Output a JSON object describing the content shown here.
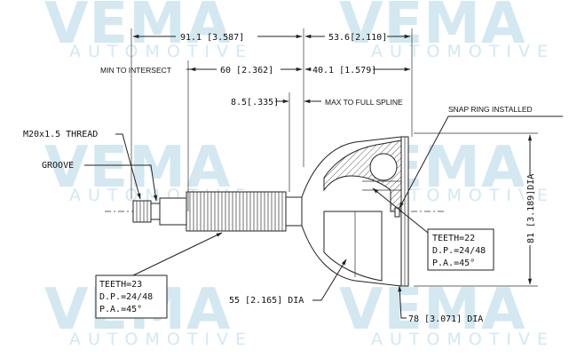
{
  "watermark": {
    "brand": "VEMA",
    "tagline": "AUTOMOTIVE"
  },
  "dimensions": {
    "overall_left": "91.1 [3.587]",
    "overall_right": "53.6[2.110]",
    "min_to_intersect_label": "MIN TO INTERSECT",
    "min_to_intersect_value": "60 [2.362]",
    "intersect_to_end": "40.1 [1.579]",
    "max_to_full_spline_value": "8.5[.335]",
    "max_to_full_spline_label": "MAX TO FULL SPLINE",
    "thread": "M20x1.5 THREAD",
    "groove": "GROOVE",
    "snap_ring": "SNAP RING INSTALLED",
    "outer_dia": "81 [3.189]DIA",
    "stem_dia": "55 [2.165] DIA",
    "seal_dia": "78 [3.071] DIA"
  },
  "spline_inner": {
    "teeth": "TEETH=22",
    "dp": "D.P.=24/48",
    "pa": "P.A.=45°"
  },
  "spline_outer": {
    "teeth": "TEETH=23",
    "dp": "D.P.=24/48",
    "pa": "P.A.=45°"
  }
}
